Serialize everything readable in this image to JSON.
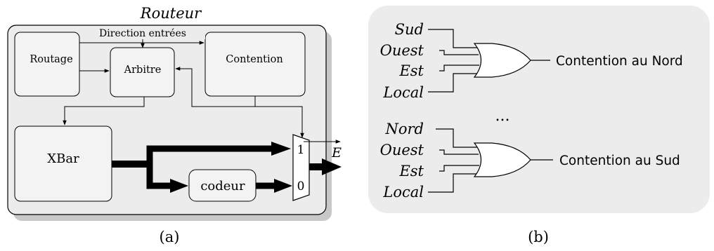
{
  "panel_a": {
    "title": "Routeur",
    "blocks": {
      "routage": "Routage",
      "arbitre": "Arbitre",
      "contention": "Contention",
      "xbar": "XBar",
      "codeur": "codeur"
    },
    "direction_label": "Direction entrées",
    "mux_inputs": [
      "1",
      "0"
    ],
    "output_label": "E",
    "caption": "(a)"
  },
  "panel_b": {
    "gate_groups": [
      {
        "inputs": [
          "Sud",
          "Ouest",
          "Est",
          "Local"
        ],
        "output": "Contention au Nord"
      },
      {
        "inputs": [
          "Nord",
          "Ouest",
          "Est",
          "Local"
        ],
        "output": "Contention au Sud"
      }
    ],
    "ellipsis": "...",
    "caption": "(b)"
  },
  "colors": {
    "panel_fill": "#ececec",
    "block_fill": "#f3f3f3",
    "shadow": "#c8c8c8",
    "stroke": "#000000"
  }
}
